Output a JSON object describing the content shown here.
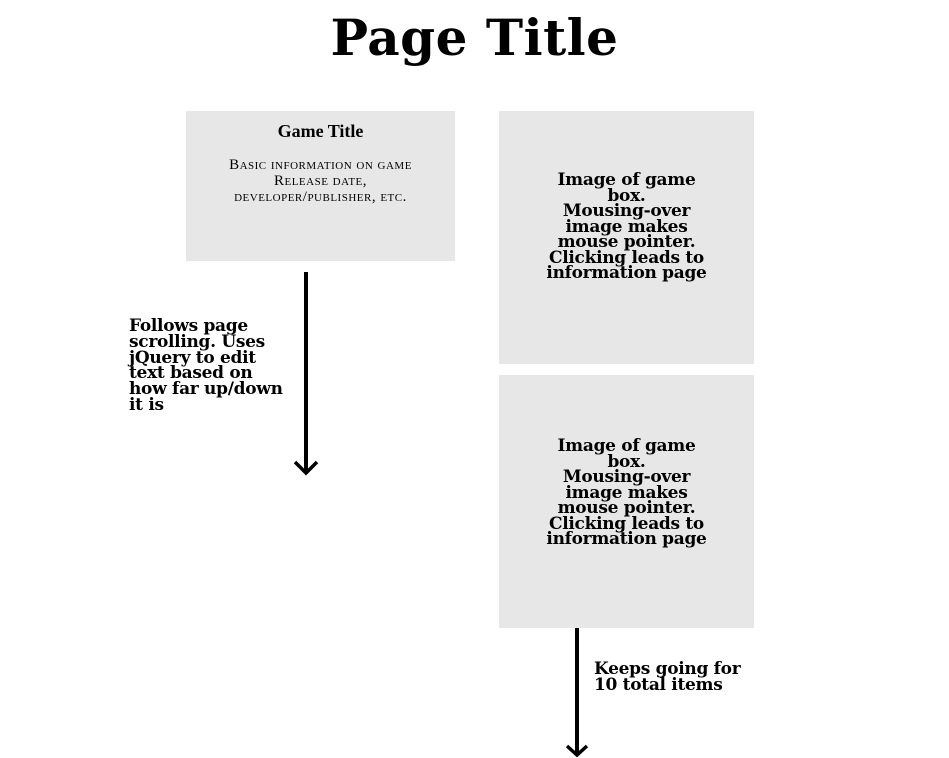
{
  "page": {
    "title": "Page Title"
  },
  "info_box": {
    "title": "Game Title",
    "lines": [
      "Basic information on game",
      "Release date, developer/publisher, etc."
    ]
  },
  "game_boxes": [
    {
      "lines": [
        "Image of game",
        "box.",
        "Mousing-over",
        "image makes",
        "mouse pointer.",
        "Clicking leads to",
        "information page"
      ]
    },
    {
      "lines": [
        "Image of game",
        "box.",
        "Mousing-over",
        "image makes",
        "mouse pointer.",
        "Clicking leads to",
        "information page"
      ]
    }
  ],
  "annotations": {
    "scroll_note": {
      "lines": [
        "Follows page",
        "scrolling. Uses",
        "jQuery to edit",
        "text based on",
        "how far up/down",
        "it is"
      ]
    },
    "repeat_note": {
      "lines": [
        "Keeps going for",
        "10 total items"
      ]
    }
  },
  "icons": {
    "scroll_arrow": "down-arrow-icon",
    "repeat_arrow": "down-arrow-icon"
  }
}
